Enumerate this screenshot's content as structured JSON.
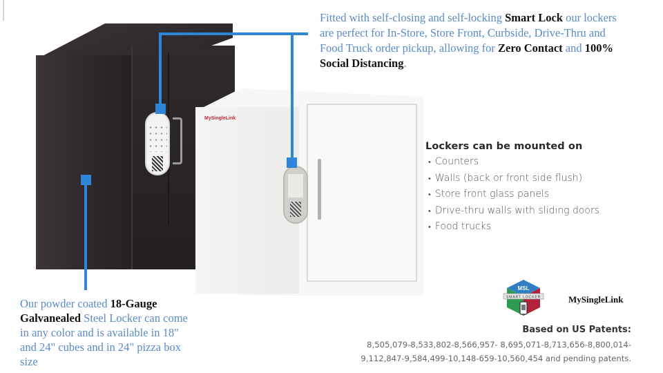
{
  "callout_top": {
    "parts": [
      {
        "text": "Fitted with self-closing and self-locking ",
        "bold": false
      },
      {
        "text": "Smart Lock",
        "bold": true
      },
      {
        "text": " our lockers are perfect for In-Store, Store Front, Curbside, Drive-Thru and Food Truck order pickup, allowing for ",
        "bold": false
      },
      {
        "text": "Zero Contact",
        "bold": true
      },
      {
        "text": " and ",
        "bold": false
      },
      {
        "text": "100% Social Distancing",
        "bold": true
      },
      {
        "text": ".",
        "bold": false
      }
    ]
  },
  "callout_bottom": {
    "parts": [
      {
        "text": "Our powder coated ",
        "bold": false
      },
      {
        "text": "18-Gauge Galvanealed",
        "bold": true
      },
      {
        "text": " Steel Locker can come in any color and is available in 18\" and 24\" cubes and in 24\" pizza box size",
        "bold": false
      }
    ]
  },
  "mounting": {
    "title": "Lockers can be mounted on",
    "items": [
      "Counters",
      "Walls (back or front side flush)",
      "Store front glass panels",
      "Drive-thru walls with sliding doors",
      "Food trucks"
    ]
  },
  "logo": {
    "top_text": "MSL",
    "band_text": "SMART LOCKER",
    "brand_name": "MySingleLink",
    "colors": {
      "blue": "#2f7fc4",
      "green": "#2e9b52",
      "red": "#b3223a"
    }
  },
  "locker_sticker": {
    "brand": "MySingleLink"
  },
  "patents": {
    "title": "Based on US Patents:",
    "line1": "8,505,079-8,533,802-8,566,957- 8,695,071-8,713,656-8,800,014-",
    "line2": "9,112,847-9,584,499-10,148-659-10,560,454 and pending patents."
  },
  "colors": {
    "connector": "#2f86d8",
    "callout_text": "#5b8bc6"
  }
}
